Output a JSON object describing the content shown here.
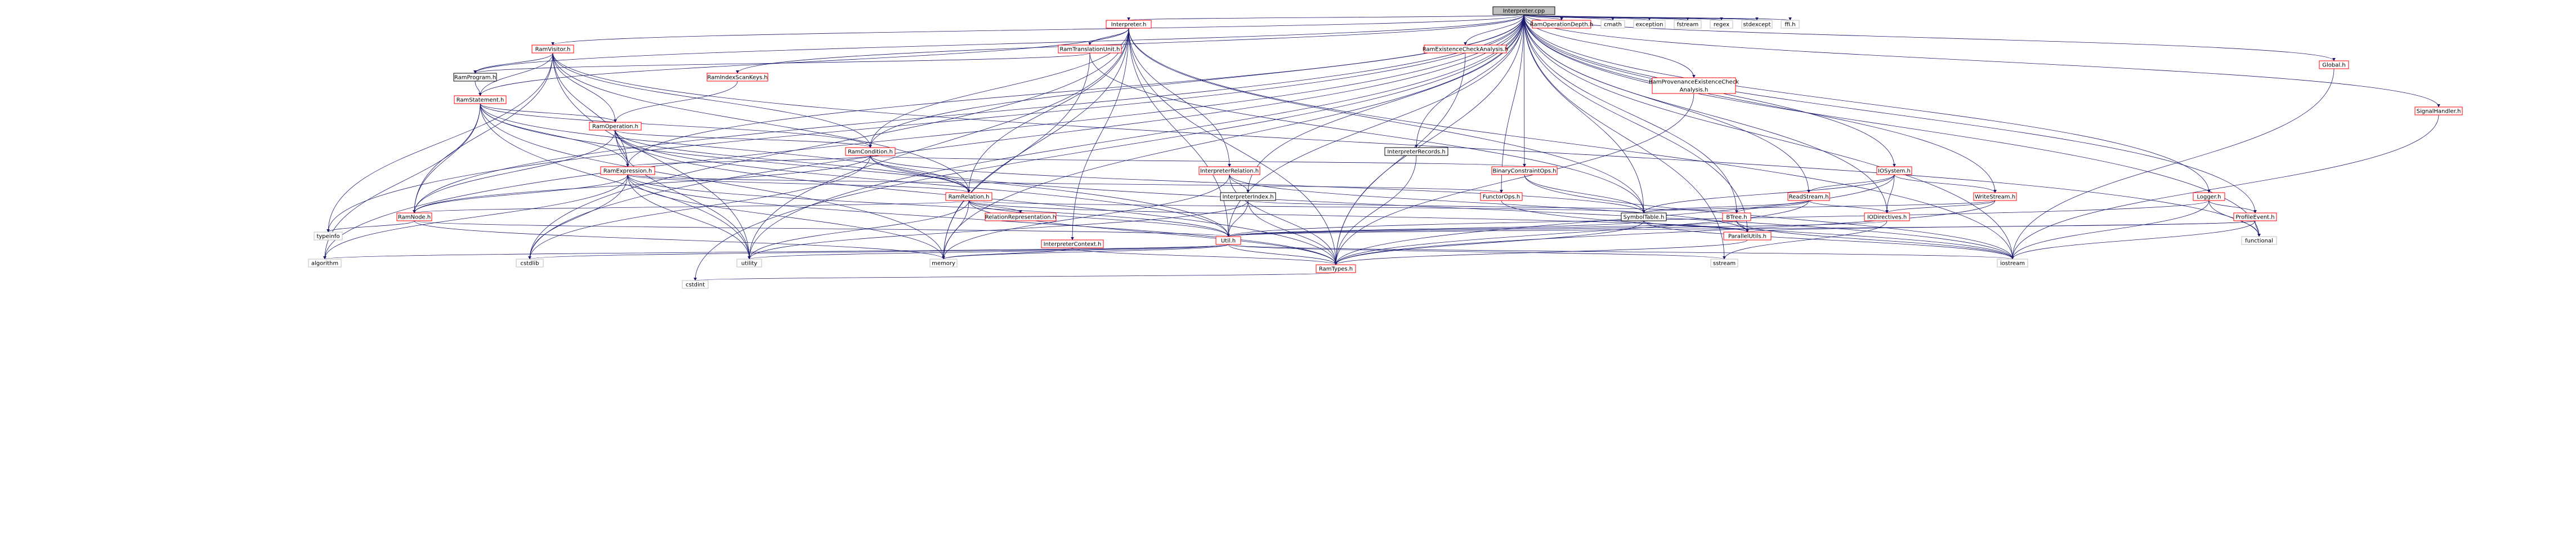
{
  "colors": {
    "edge": "#191970",
    "root_fill": "#bfbfbf",
    "normal_fill": "#ffffff",
    "normal_border": "#000000",
    "red_border": "#ff0000",
    "gray_border": "#bfbfbf"
  },
  "nodes": [
    {
      "id": "interpreter_cpp",
      "label": "Interpreter.cpp",
      "style": "root"
    },
    {
      "id": "interpreter_h",
      "label": "Interpreter.h",
      "style": "red"
    },
    {
      "id": "ramvisitor_h",
      "label": "RamVisitor.h",
      "style": "red"
    },
    {
      "id": "ramtranslationunit_h",
      "label": "RamTranslationUnit.h",
      "style": "red"
    },
    {
      "id": "ramprogram_h",
      "label": "RamProgram.h",
      "style": "normal"
    },
    {
      "id": "ramindexscankeys_h",
      "label": "RamIndexScanKeys.h",
      "style": "red"
    },
    {
      "id": "ramstatement_h",
      "label": "RamStatement.h",
      "style": "red"
    },
    {
      "id": "ramoperation_h",
      "label": "RamOperation.h",
      "style": "red"
    },
    {
      "id": "ramcondition_h",
      "label": "RamCondition.h",
      "style": "red"
    },
    {
      "id": "ramexpression_h",
      "label": "RamExpression.h",
      "style": "red"
    },
    {
      "id": "ramrelation_h",
      "label": "RamRelation.h",
      "style": "red"
    },
    {
      "id": "ramnode_h",
      "label": "RamNode.h",
      "style": "red"
    },
    {
      "id": "relationrepresentation_h",
      "label": "RelationRepresentation.h",
      "style": "red"
    },
    {
      "id": "interpreterrelation_h",
      "label": "InterpreterRelation.h",
      "style": "red"
    },
    {
      "id": "interpreterindex_h",
      "label": "InterpreterIndex.h",
      "style": "normal"
    },
    {
      "id": "interpretercontext_h",
      "label": "InterpreterContext.h",
      "style": "red"
    },
    {
      "id": "interpreterrecords_h",
      "label": "InterpreterRecords.h",
      "style": "normal"
    },
    {
      "id": "ramexistencecheckanalysis_h",
      "label": "RamExistenceCheckAnalysis.h",
      "style": "red"
    },
    {
      "id": "ramprovenance_h",
      "label": "RamProvenanceExistenceCheck\nAnalysis.h",
      "style": "red"
    },
    {
      "id": "binaryconstraintops_h",
      "label": "BinaryConstraintOps.h",
      "style": "red"
    },
    {
      "id": "functorops_h",
      "label": "FunctorOps.h",
      "style": "red"
    },
    {
      "id": "symboltable_h",
      "label": "SymbolTable.h",
      "style": "normal"
    },
    {
      "id": "iosystem_h",
      "label": "IOSystem.h",
      "style": "red"
    },
    {
      "id": "readstream_h",
      "label": "ReadStream.h",
      "style": "red"
    },
    {
      "id": "writestream_h",
      "label": "WriteStream.h",
      "style": "red"
    },
    {
      "id": "iodirectives_h",
      "label": "IODirectives.h",
      "style": "red"
    },
    {
      "id": "btree_h",
      "label": "BTree.h",
      "style": "red"
    },
    {
      "id": "parallelutils_h",
      "label": "ParallelUtils.h",
      "style": "red"
    },
    {
      "id": "util_h",
      "label": "Util.h",
      "style": "red"
    },
    {
      "id": "ramtypes_h",
      "label": "RamTypes.h",
      "style": "red"
    },
    {
      "id": "logger_h",
      "label": "Logger.h",
      "style": "red"
    },
    {
      "id": "profileevent_h",
      "label": "ProfileEvent.h",
      "style": "red"
    },
    {
      "id": "global_h",
      "label": "Global.h",
      "style": "red"
    },
    {
      "id": "signalhandler_h",
      "label": "SignalHandler.h",
      "style": "red"
    },
    {
      "id": "ramoperationdepth_h",
      "label": "RamOperationDepth.h",
      "style": "red"
    },
    {
      "id": "cmath",
      "label": "cmath",
      "style": "gray"
    },
    {
      "id": "exception",
      "label": "exception",
      "style": "gray"
    },
    {
      "id": "fstream",
      "label": "fstream",
      "style": "gray"
    },
    {
      "id": "regex",
      "label": "regex",
      "style": "gray"
    },
    {
      "id": "stdexcept",
      "label": "stdexcept",
      "style": "gray"
    },
    {
      "id": "ffi_h",
      "label": "ffi.h",
      "style": "gray"
    },
    {
      "id": "typeinfo",
      "label": "typeinfo",
      "style": "gray"
    },
    {
      "id": "algorithm",
      "label": "algorithm",
      "style": "gray"
    },
    {
      "id": "cstdlib",
      "label": "cstdlib",
      "style": "gray"
    },
    {
      "id": "utility",
      "label": "utility",
      "style": "gray"
    },
    {
      "id": "memory",
      "label": "memory",
      "style": "gray"
    },
    {
      "id": "sstream",
      "label": "sstream",
      "style": "gray"
    },
    {
      "id": "iostream",
      "label": "iostream",
      "style": "gray"
    },
    {
      "id": "functional",
      "label": "functional",
      "style": "gray"
    },
    {
      "id": "cstdint",
      "label": "cstdint",
      "style": "gray"
    }
  ],
  "edges": [
    [
      "interpreter_cpp",
      "interpreter_h"
    ],
    [
      "interpreter_cpp",
      "ramvisitor_h"
    ],
    [
      "interpreter_cpp",
      "ramprogram_h"
    ],
    [
      "interpreter_cpp",
      "ramindexscankeys_h"
    ],
    [
      "interpreter_cpp",
      "ramexistencecheckanalysis_h"
    ],
    [
      "interpreter_cpp",
      "ramprovenance_h"
    ],
    [
      "interpreter_cpp",
      "interpreterrecords_h"
    ],
    [
      "interpreter_cpp",
      "interpreterindex_h"
    ],
    [
      "interpreter_cpp",
      "binaryconstraintops_h"
    ],
    [
      "interpreter_cpp",
      "functorops_h"
    ],
    [
      "interpreter_cpp",
      "symboltable_h"
    ],
    [
      "interpreter_cpp",
      "iosystem_h"
    ],
    [
      "interpreter_cpp",
      "readstream_h"
    ],
    [
      "interpreter_cpp",
      "writestream_h"
    ],
    [
      "interpreter_cpp",
      "iodirectives_h"
    ],
    [
      "interpreter_cpp",
      "btree_h"
    ],
    [
      "interpreter_cpp",
      "parallelutils_h"
    ],
    [
      "interpreter_cpp",
      "util_h"
    ],
    [
      "interpreter_cpp",
      "ramtypes_h"
    ],
    [
      "interpreter_cpp",
      "logger_h"
    ],
    [
      "interpreter_cpp",
      "profileevent_h"
    ],
    [
      "interpreter_cpp",
      "global_h"
    ],
    [
      "interpreter_cpp",
      "signalhandler_h"
    ],
    [
      "interpreter_cpp",
      "ramoperationdepth_h"
    ],
    [
      "interpreter_cpp",
      "cmath"
    ],
    [
      "interpreter_cpp",
      "exception"
    ],
    [
      "interpreter_cpp",
      "fstream"
    ],
    [
      "interpreter_cpp",
      "regex"
    ],
    [
      "interpreter_cpp",
      "stdexcept"
    ],
    [
      "interpreter_cpp",
      "ffi_h"
    ],
    [
      "interpreter_cpp",
      "typeinfo"
    ],
    [
      "interpreter_cpp",
      "algorithm"
    ],
    [
      "interpreter_cpp",
      "cstdlib"
    ],
    [
      "interpreter_cpp",
      "utility"
    ],
    [
      "interpreter_cpp",
      "memory"
    ],
    [
      "interpreter_cpp",
      "sstream"
    ],
    [
      "interpreter_cpp",
      "iostream"
    ],
    [
      "interpreter_cpp",
      "functional"
    ],
    [
      "interpreter_cpp",
      "cstdint"
    ],
    [
      "interpreter_cpp",
      "ramcondition_h"
    ],
    [
      "interpreter_cpp",
      "ramexpression_h"
    ],
    [
      "interpreter_cpp",
      "ramnode_h"
    ],
    [
      "interpreter_h",
      "ramtranslationunit_h"
    ],
    [
      "interpreter_h",
      "interpreterrelation_h"
    ],
    [
      "interpreter_h",
      "interpretercontext_h"
    ],
    [
      "interpreter_h",
      "ramstatement_h"
    ],
    [
      "interpreter_h",
      "ramcondition_h"
    ],
    [
      "interpreter_h",
      "ramrelation_h"
    ],
    [
      "interpreter_h",
      "ramtypes_h"
    ],
    [
      "interpreter_h",
      "memory"
    ],
    [
      "interpreter_h",
      "utility"
    ],
    [
      "interpreter_h",
      "cstdlib"
    ],
    [
      "interpreter_h",
      "iostream"
    ],
    [
      "interpreter_h",
      "symboltable_h"
    ],
    [
      "interpreter_h",
      "util_h"
    ],
    [
      "ramvisitor_h",
      "ramprogram_h"
    ],
    [
      "ramvisitor_h",
      "ramstatement_h"
    ],
    [
      "ramvisitor_h",
      "ramoperation_h"
    ],
    [
      "ramvisitor_h",
      "ramcondition_h"
    ],
    [
      "ramvisitor_h",
      "ramexpression_h"
    ],
    [
      "ramvisitor_h",
      "ramrelation_h"
    ],
    [
      "ramvisitor_h",
      "ramnode_h"
    ],
    [
      "ramvisitor_h",
      "typeinfo"
    ],
    [
      "ramvisitor_h",
      "functional"
    ],
    [
      "ramvisitor_h",
      "utility"
    ],
    [
      "ramtranslationunit_h",
      "ramprogram_h"
    ],
    [
      "ramtranslationunit_h",
      "symboltable_h"
    ],
    [
      "ramtranslationunit_h",
      "memory"
    ],
    [
      "ramprogram_h",
      "ramstatement_h"
    ],
    [
      "ramindexscankeys_h",
      "ramoperation_h"
    ],
    [
      "ramstatement_h",
      "ramoperation_h"
    ],
    [
      "ramstatement_h",
      "ramcondition_h"
    ],
    [
      "ramstatement_h",
      "ramexpression_h"
    ],
    [
      "ramstatement_h",
      "ramrelation_h"
    ],
    [
      "ramstatement_h",
      "ramnode_h"
    ],
    [
      "ramstatement_h",
      "util_h"
    ],
    [
      "ramstatement_h",
      "algorithm"
    ],
    [
      "ramstatement_h",
      "utility"
    ],
    [
      "ramstatement_h",
      "memory"
    ],
    [
      "ramoperation_h",
      "ramcondition_h"
    ],
    [
      "ramoperation_h",
      "ramexpression_h"
    ],
    [
      "ramoperation_h",
      "ramrelation_h"
    ],
    [
      "ramoperation_h",
      "ramnode_h"
    ],
    [
      "ramoperation_h",
      "util_h"
    ],
    [
      "ramoperation_h",
      "ramtypes_h"
    ],
    [
      "ramoperation_h",
      "utility"
    ],
    [
      "ramcondition_h",
      "ramexpression_h"
    ],
    [
      "ramcondition_h",
      "ramrelation_h"
    ],
    [
      "ramcondition_h",
      "ramnode_h"
    ],
    [
      "ramcondition_h",
      "binaryconstraintops_h"
    ],
    [
      "ramcondition_h",
      "symboltable_h"
    ],
    [
      "ramcondition_h",
      "cstdlib"
    ],
    [
      "ramcondition_h",
      "iostream"
    ],
    [
      "ramexpression_h",
      "ramrelation_h"
    ],
    [
      "ramexpression_h",
      "ramnode_h"
    ],
    [
      "ramexpression_h",
      "functorops_h"
    ],
    [
      "ramexpression_h",
      "ramtypes_h"
    ],
    [
      "ramexpression_h",
      "util_h"
    ],
    [
      "ramexpression_h",
      "algorithm"
    ],
    [
      "ramexpression_h",
      "cstdlib"
    ],
    [
      "ramexpression_h",
      "utility"
    ],
    [
      "ramexpression_h",
      "memory"
    ],
    [
      "ramrelation_h",
      "ramnode_h"
    ],
    [
      "ramrelation_h",
      "relationrepresentation_h"
    ],
    [
      "ramrelation_h",
      "symboltable_h"
    ],
    [
      "ramrelation_h",
      "util_h"
    ],
    [
      "ramrelation_h",
      "ramtypes_h"
    ],
    [
      "ramrelation_h",
      "utility"
    ],
    [
      "ramrelation_h",
      "memory"
    ],
    [
      "ramrelation_h",
      "parallelutils_h"
    ],
    [
      "ramnode_h",
      "typeinfo"
    ],
    [
      "ramnode_h",
      "util_h"
    ],
    [
      "ramnode_h",
      "memory"
    ],
    [
      "interpreterrelation_h",
      "interpreterindex_h"
    ],
    [
      "interpreterrelation_h",
      "ramtypes_h"
    ],
    [
      "interpreterrelation_h",
      "parallelutils_h"
    ],
    [
      "interpreterrelation_h",
      "memory"
    ],
    [
      "interpreterindex_h",
      "btree_h"
    ],
    [
      "interpreterindex_h",
      "util_h"
    ],
    [
      "interpreterindex_h",
      "ramtypes_h"
    ],
    [
      "interpreterindex_h",
      "utility"
    ],
    [
      "interpretercontext_h",
      "ramtypes_h"
    ],
    [
      "interpretercontext_h",
      "memory"
    ],
    [
      "interpreterrecords_h",
      "ramtypes_h"
    ],
    [
      "ramexistencecheckanalysis_h",
      "ramtypes_h"
    ],
    [
      "ramprovenance_h",
      "ramtypes_h"
    ],
    [
      "binaryconstraintops_h",
      "iostream"
    ],
    [
      "binaryconstraintops_h",
      "symboltable_h"
    ],
    [
      "functorops_h",
      "iostream"
    ],
    [
      "symboltable_h",
      "parallelutils_h"
    ],
    [
      "symboltable_h",
      "util_h"
    ],
    [
      "symboltable_h",
      "ramtypes_h"
    ],
    [
      "symboltable_h",
      "iostream"
    ],
    [
      "iosystem_h",
      "readstream_h"
    ],
    [
      "iosystem_h",
      "writestream_h"
    ],
    [
      "iosystem_h",
      "iodirectives_h"
    ],
    [
      "iosystem_h",
      "symboltable_h"
    ],
    [
      "iosystem_h",
      "ramtypes_h"
    ],
    [
      "readstream_h",
      "iodirectives_h"
    ],
    [
      "readstream_h",
      "symboltable_h"
    ],
    [
      "readstream_h",
      "ramtypes_h"
    ],
    [
      "readstream_h",
      "btree_h"
    ],
    [
      "writestream_h",
      "iodirectives_h"
    ],
    [
      "writestream_h",
      "symboltable_h"
    ],
    [
      "writestream_h",
      "ramtypes_h"
    ],
    [
      "iodirectives_h",
      "util_h"
    ],
    [
      "iodirectives_h",
      "sstream"
    ],
    [
      "btree_h",
      "parallelutils_h"
    ],
    [
      "btree_h",
      "util_h"
    ],
    [
      "btree_h",
      "iostream"
    ],
    [
      "parallelutils_h",
      "ramtypes_h"
    ],
    [
      "util_h",
      "ramtypes_h"
    ],
    [
      "util_h",
      "algorithm"
    ],
    [
      "util_h",
      "cstdlib"
    ],
    [
      "util_h",
      "utility"
    ],
    [
      "util_h",
      "memory"
    ],
    [
      "util_h",
      "sstream"
    ],
    [
      "util_h",
      "iostream"
    ],
    [
      "ramtypes_h",
      "cstdint"
    ],
    [
      "logger_h",
      "profileevent_h"
    ],
    [
      "logger_h",
      "functional"
    ],
    [
      "logger_h",
      "iostream"
    ],
    [
      "logger_h",
      "util_h"
    ],
    [
      "profileevent_h",
      "functional"
    ],
    [
      "profileevent_h",
      "iostream"
    ],
    [
      "profileevent_h",
      "util_h"
    ],
    [
      "profileevent_h",
      "parallelutils_h"
    ],
    [
      "global_h",
      "iostream"
    ],
    [
      "signalhandler_h",
      "iostream"
    ]
  ]
}
